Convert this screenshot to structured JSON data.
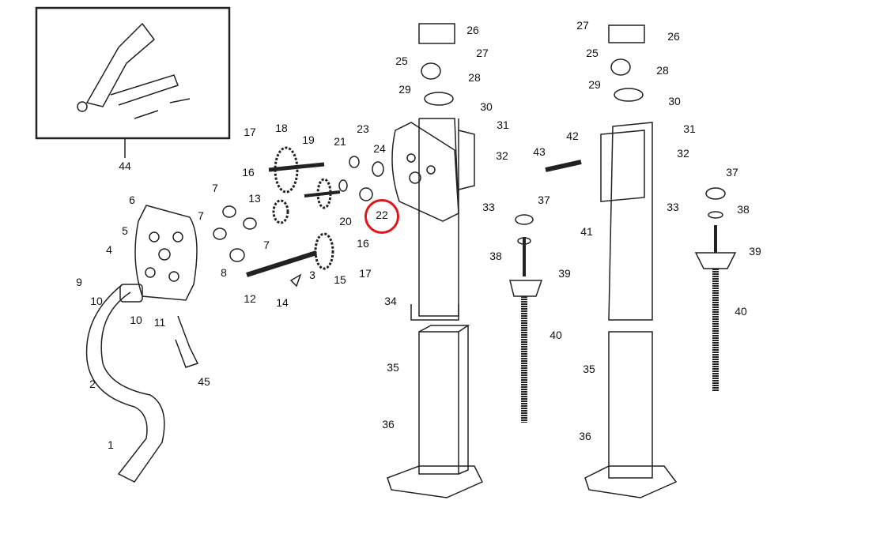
{
  "diagram": {
    "title": "Jack stand parts breakdown",
    "highlight_color": "#e0161b",
    "highlighted_callout": "22",
    "inset_label": "44",
    "callouts": [
      "26",
      "27",
      "25",
      "28",
      "29",
      "30",
      "31",
      "32",
      "33",
      "24",
      "23",
      "21",
      "22",
      "18",
      "19",
      "17",
      "16",
      "7",
      "7",
      "13",
      "20",
      "7",
      "8",
      "16",
      "17",
      "15",
      "12",
      "3",
      "14",
      "6",
      "5",
      "4",
      "9",
      "10",
      "10",
      "11",
      "45",
      "2",
      "1",
      "34",
      "35",
      "36",
      "37",
      "38",
      "39",
      "40",
      "43",
      "42",
      "41",
      "27",
      "26",
      "25",
      "28",
      "29",
      "30",
      "31",
      "32",
      "33",
      "37",
      "38",
      "39",
      "40",
      "35",
      "36"
    ]
  }
}
